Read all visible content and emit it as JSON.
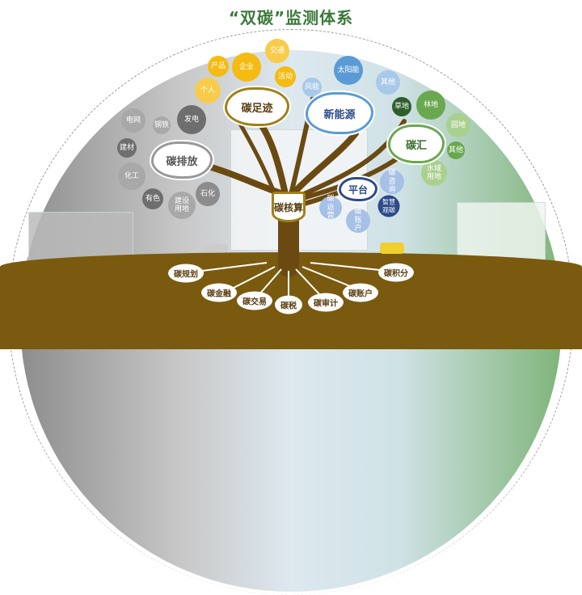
{
  "title": "“双碳”监测体系",
  "footprint": {
    "label": "碳足迹",
    "items": [
      "个人",
      "产品",
      "企业",
      "交通",
      "活动"
    ],
    "color": "#f5bb12"
  },
  "energy": {
    "label": "新能源",
    "items": [
      "风能",
      "太阳能",
      "其他"
    ],
    "color": "#5b9bd5"
  },
  "sink": {
    "label": "碳汇",
    "items": [
      "草地",
      "林地",
      "园地",
      "其他",
      "水域用地"
    ],
    "color": "#6aa84f"
  },
  "platform": {
    "label": "平台",
    "items": [
      "碳咨询",
      "智慧观碳",
      "碳运营",
      "碳账户"
    ],
    "color": "#2d4b8a"
  },
  "emission": {
    "label": "碳排放",
    "items": [
      "电网",
      "钢铁",
      "发电",
      "建材",
      "化工",
      "有色",
      "建设用地",
      "石化"
    ],
    "color": "#777777"
  },
  "core": {
    "label": "碳核算"
  },
  "roots": [
    "碳规划",
    "碳金融",
    "碳交易",
    "碳税",
    "碳审计",
    "碳账户",
    "碳积分"
  ]
}
